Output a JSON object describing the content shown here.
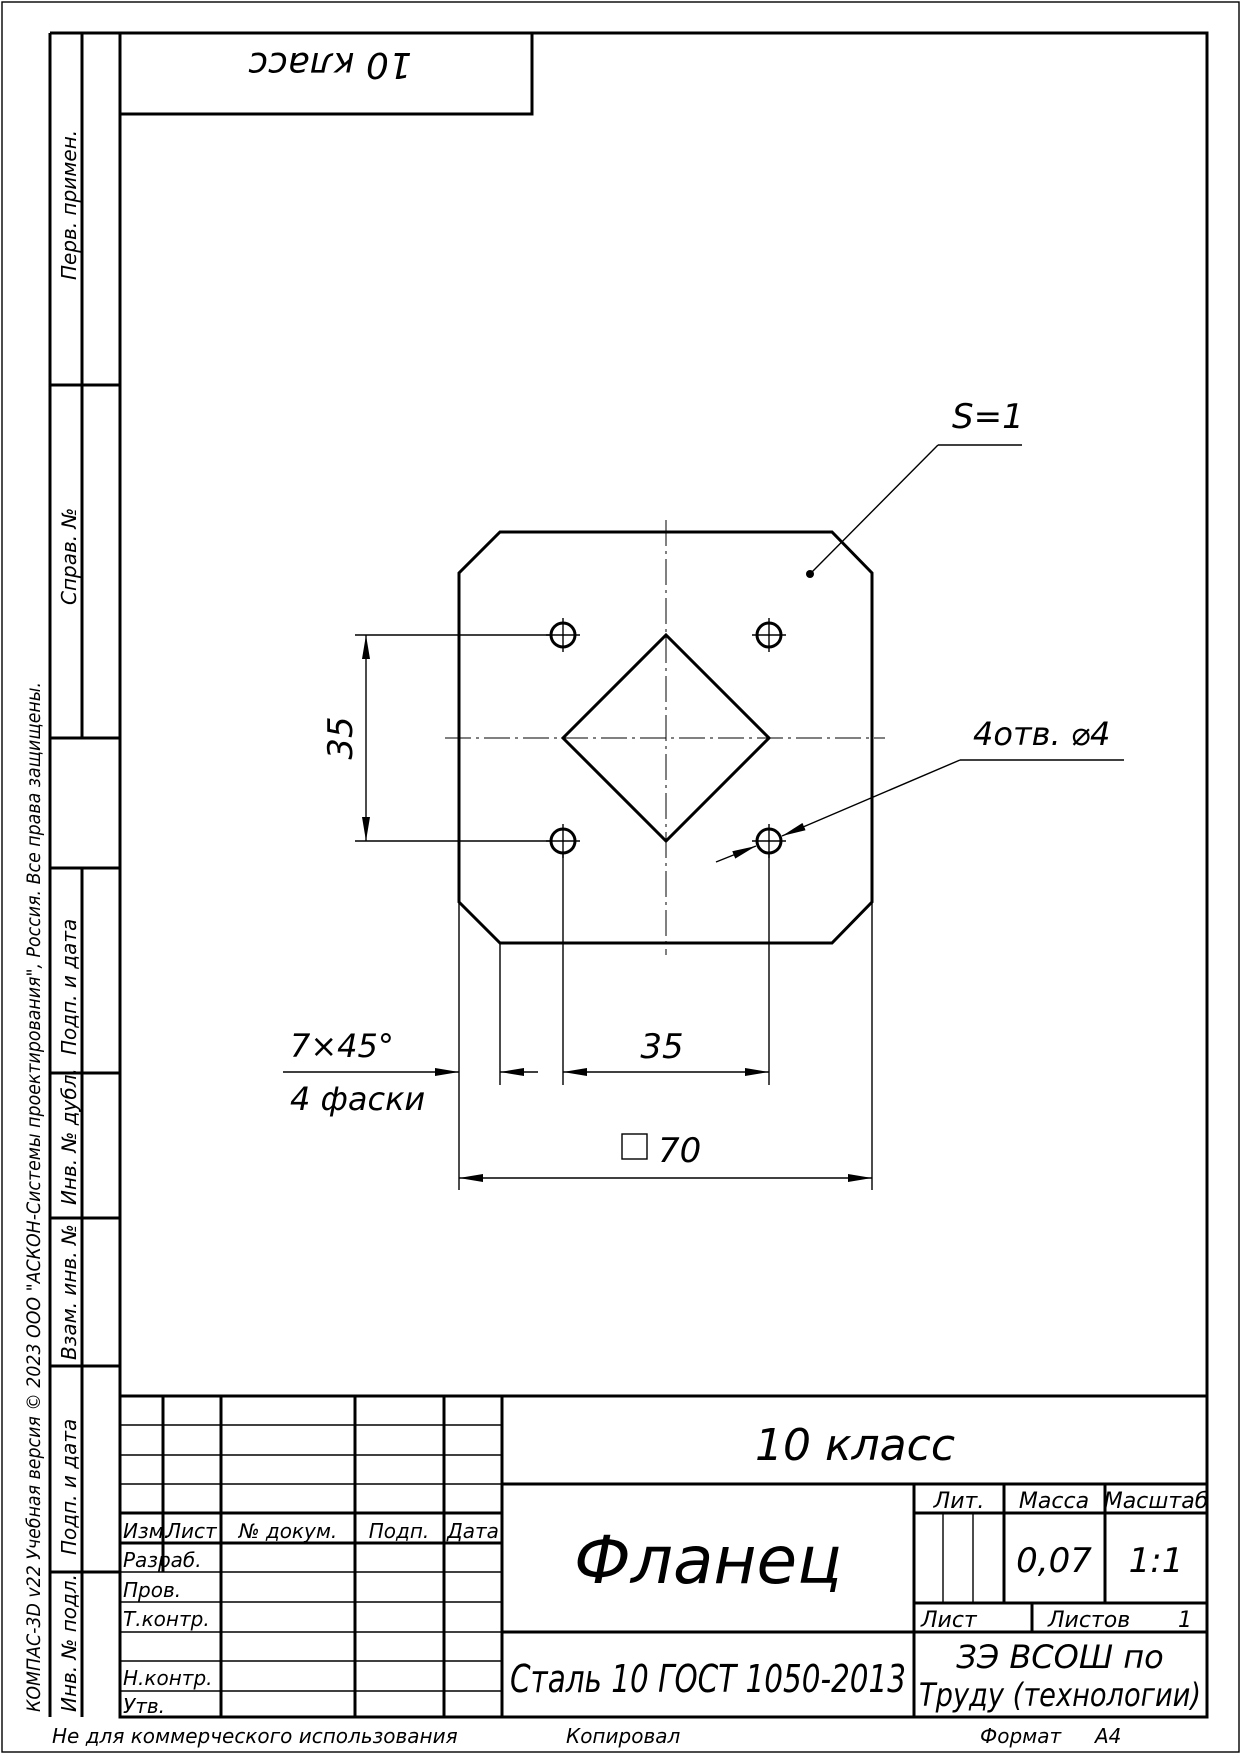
{
  "top_box": {
    "text": "10 класс"
  },
  "side_columns": {
    "perv_primen": "Перв. примен.",
    "sprav_no": "Справ. №",
    "podp_i_data_1": "Подп. и дата",
    "inv_no_dubl": "Инв. № дубл.",
    "vzam_inv_no": "Взам. инв. №",
    "podp_i_data_2": "Подп. и дата",
    "inv_no_podl": "Инв. № подл."
  },
  "copyright": "КОМПАС-3D v22 Учебная версия © 2023 ООО \"АСКОН-Системы проектирования\", Россия. Все права защищены.",
  "drawing": {
    "thickness_label": "S=1",
    "holes_label": "4отв. ⌀4",
    "vertical_dim": "35",
    "horizontal_dim": "35",
    "chamfer_label_1": "7×45°",
    "chamfer_label_2": "4 фаски",
    "square_dim": "70"
  },
  "title_block": {
    "header": "10 класс",
    "part_name": "Фланец",
    "material": "Сталь 10  ГОСТ 1050-2013",
    "organization_line1": "ЗЭ ВСОШ по",
    "organization_line2": "Труду (технологии)",
    "lit_label": "Лит.",
    "massa_label": "Масса",
    "masshtab_label": "Масштаб",
    "massa_value": "0,07",
    "masshtab_value": "1:1",
    "list_label": "Лист",
    "listov_label": "Листов",
    "listov_value": "1",
    "col_izm": "Изм.",
    "col_list": "Лист",
    "col_doc": "№ докум.",
    "col_podp": "Подп.",
    "col_data": "Дата",
    "row_razrab": "Разраб.",
    "row_prov": "Пров.",
    "row_tkontr": "Т.контр.",
    "row_nkontr": "Н.контр.",
    "row_utv": "Утв."
  },
  "footer": {
    "noncommercial": "Не для коммерческого использования",
    "kopiroval": "Копировал",
    "format_label": "Формат",
    "format_value": "А4"
  }
}
